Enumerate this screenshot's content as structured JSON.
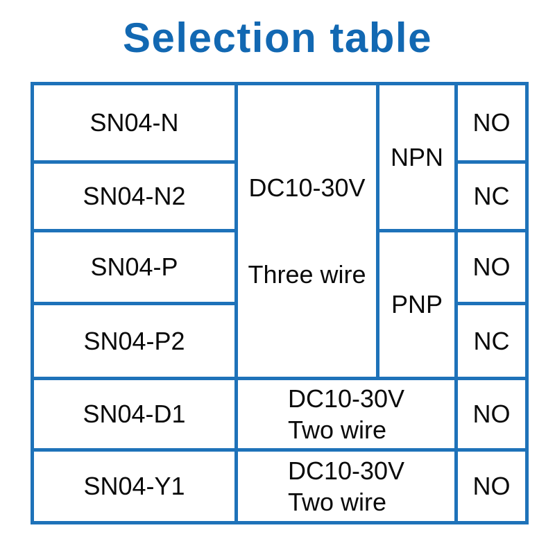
{
  "title": "Selection table",
  "colors": {
    "title_blue": "#1268b2",
    "border_blue": "#1e72b9",
    "text_black": "#0a0a0a"
  },
  "table": {
    "models": [
      "SN04-N",
      "SN04-N2",
      "SN04-P",
      "SN04-P2",
      "SN04-D1",
      "SN04-Y1"
    ],
    "three_wire_cell": {
      "line1": "DC10-30V",
      "line2": "Three wire"
    },
    "output_npn": "NPN",
    "output_pnp": "PNP",
    "contacts": {
      "r1": "NO",
      "r2": "NC",
      "r3": "NO",
      "r4": "NC",
      "r5": "NO",
      "r6": "NO"
    },
    "two_wire_d1": {
      "line1": "DC10-30V",
      "line2": "Two wire"
    },
    "two_wire_y1": {
      "line1": "DC10-30V",
      "line2": "Two wire"
    }
  }
}
